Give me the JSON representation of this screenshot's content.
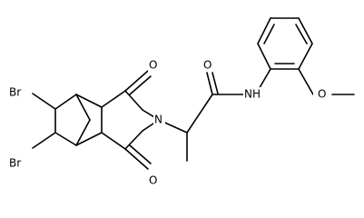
{
  "structure": {
    "atoms": [
      {
        "id": "br_top",
        "label": "Br"
      },
      {
        "id": "br_bottom",
        "label": "Br"
      },
      {
        "id": "o_top",
        "label": "O"
      },
      {
        "id": "o_bottom",
        "label": "O"
      },
      {
        "id": "n_imide",
        "label": "N"
      },
      {
        "id": "o_amide",
        "label": "O"
      },
      {
        "id": "nh_amide",
        "label": "NH"
      },
      {
        "id": "o_methoxy",
        "label": "O"
      }
    ]
  }
}
